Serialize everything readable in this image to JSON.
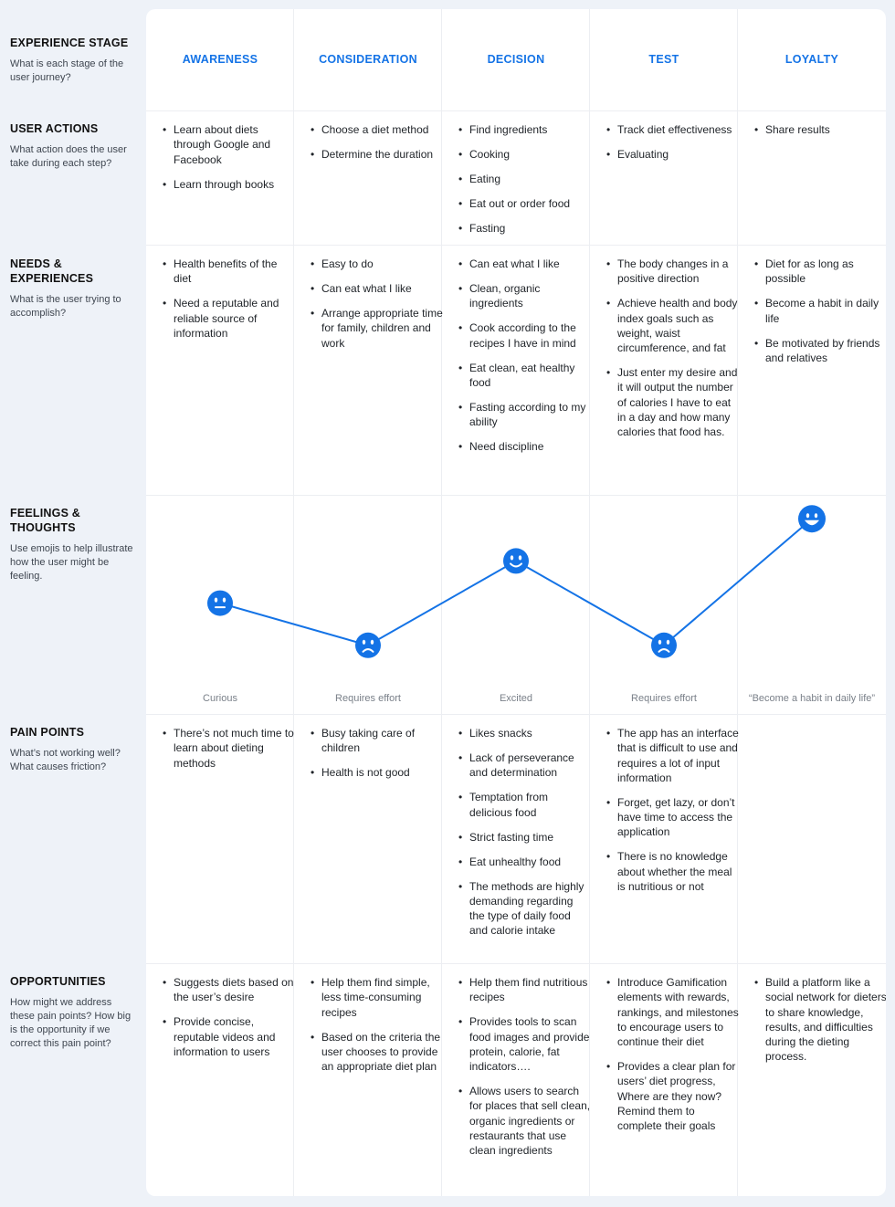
{
  "row_labels": [
    {
      "title": "EXPERIENCE STAGE",
      "desc": "What is each stage of the user journey?"
    },
    {
      "title": "USER ACTIONS",
      "desc": "What action does the user take during each step?"
    },
    {
      "title": "NEEDS & EXPERIENCES",
      "desc": "What is the user trying to accomplish?"
    },
    {
      "title": "FEELINGS & THOUGHTS",
      "desc": "Use emojis to help illustrate how the user might be feeling."
    },
    {
      "title": "PAIN POINTS",
      "desc": "What’s not working well? What causes friction?"
    },
    {
      "title": "OPPORTUNITIES",
      "desc": "How might we address these pain points? How big is the opportunity if we correct this pain point?"
    }
  ],
  "stages": [
    "AWARENESS",
    "CONSIDERATION",
    "DECISION",
    "TEST",
    "LOYALTY"
  ],
  "user_actions": [
    [
      "Learn about diets through Google and Facebook",
      "Learn through books"
    ],
    [
      "Choose a diet method",
      "Determine the duration"
    ],
    [
      "Find ingredients",
      "Cooking",
      "Eating",
      "Eat out or order food",
      "Fasting"
    ],
    [
      "Track diet effectiveness",
      "Evaluating"
    ],
    [
      "Share results"
    ]
  ],
  "needs": [
    [
      "Health benefits of the diet",
      "Need a reputable and reliable source of information"
    ],
    [
      "Easy to do",
      "Can eat what I like",
      "Arrange appropriate time for family, children and work"
    ],
    [
      "Can eat what I like",
      "Clean, organic ingredients",
      "Cook according to the recipes I have in mind",
      "Eat clean, eat healthy food",
      "Fasting according to my ability",
      "Need discipline"
    ],
    [
      "The body changes in a positive direction",
      "Achieve health and body index goals such as weight, waist circumference, and fat",
      "Just enter my desire and it will output the number of calories I have to eat in a day and how many calories that food has."
    ],
    [
      "Diet for as long as possible",
      "Become a habit in daily life",
      "Be motivated by friends and relatives"
    ]
  ],
  "feelings": {
    "accent": "#1473e6",
    "points": [
      {
        "mood": "neutral",
        "level": 0.44,
        "label": "Curious"
      },
      {
        "mood": "sad",
        "level": 0.22,
        "label": "Requires effort"
      },
      {
        "mood": "happy",
        "level": 0.66,
        "label": "Excited"
      },
      {
        "mood": "sad",
        "level": 0.22,
        "label": "Requires effort"
      },
      {
        "mood": "very-happy",
        "level": 0.88,
        "label": "“Become a habit in daily life”"
      }
    ]
  },
  "pain_points": [
    [
      "There’s not much time to learn about dieting methods"
    ],
    [
      "Busy taking care of children",
      "Health is not good"
    ],
    [
      "Likes snacks",
      "Lack of perseverance and determination",
      "Temptation from delicious food",
      "Strict fasting time",
      "Eat unhealthy food",
      "The methods are highly demanding regarding the type of daily food and calorie intake"
    ],
    [
      "The app has an interface that is difficult to use and requires a lot of input information",
      "Forget, get lazy, or don’t have time to access the application",
      "There is no knowledge about whether the meal is nutritious or not"
    ],
    []
  ],
  "opportunities": [
    [
      "Suggests diets based on the user’s desire",
      "Provide concise, reputable videos and information to users"
    ],
    [
      "Help them find simple, less time-consuming recipes",
      "Based on the criteria the user chooses to provide an appropriate diet plan"
    ],
    [
      "Help them find nutritious recipes",
      "Provides tools to scan food images and provide protein, calorie, fat indicators….",
      "Allows users to search for places that sell clean, organic ingredients or restaurants that use clean ingredients"
    ],
    [
      "Introduce Gamification elements with rewards, rankings, and milestones to encourage users to continue their diet",
      "Provides a clear plan for users’ diet progress, Where are they now? Remind them to complete their goals"
    ],
    [
      "Build a platform like a social network for dieters to share knowledge, results, and difficulties during the dieting process."
    ]
  ]
}
